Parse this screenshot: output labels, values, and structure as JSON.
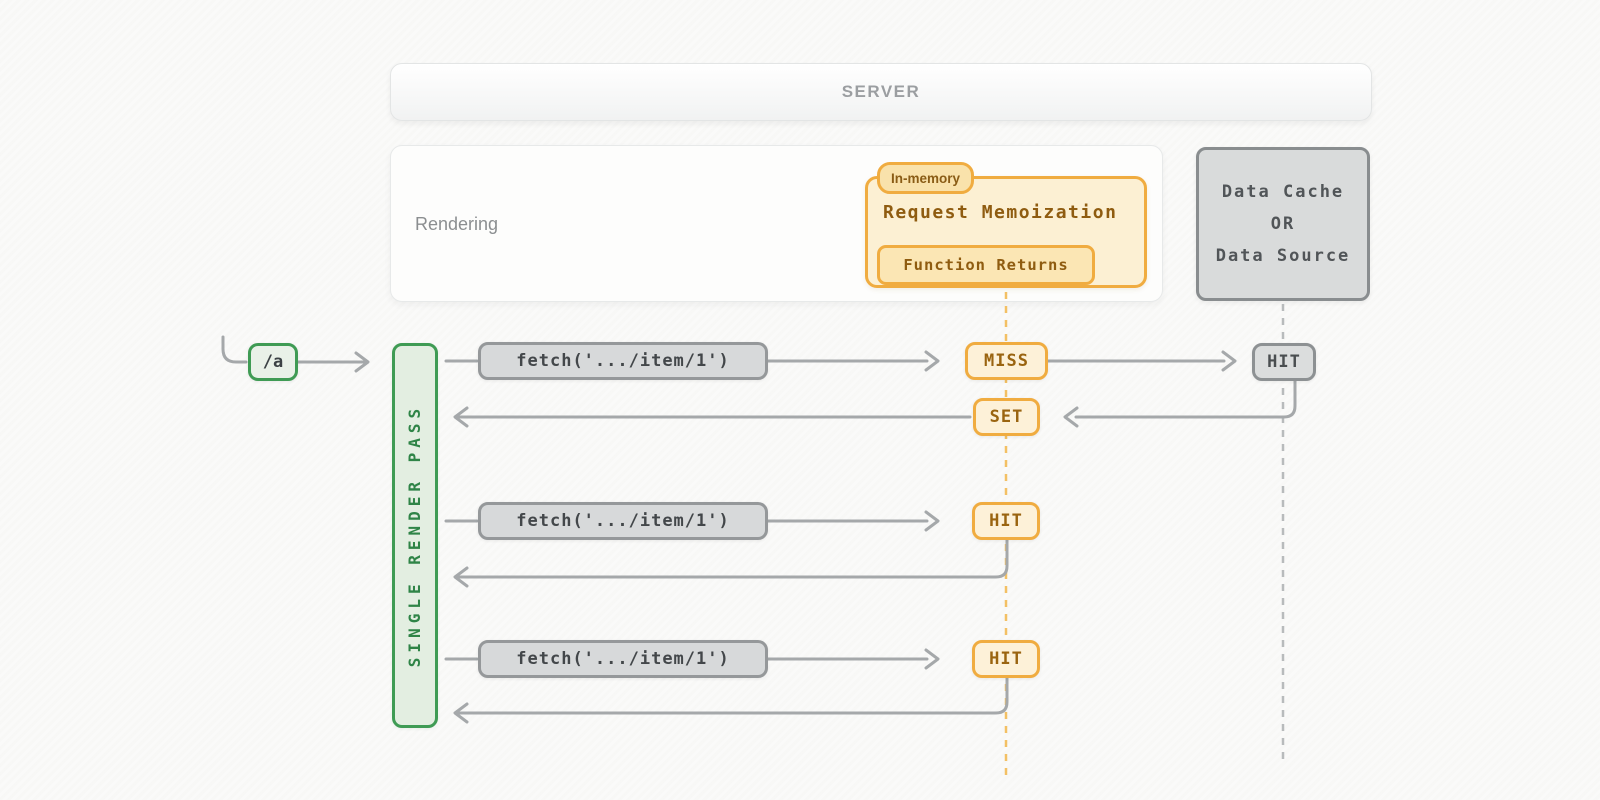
{
  "server_box": {
    "label": "SERVER"
  },
  "rendering_box": {
    "label": "Rendering"
  },
  "memoization": {
    "badge": "In-memory",
    "title": "Request Memoization",
    "pill": "Function Returns"
  },
  "data_cache_box": {
    "line1": "Data Cache",
    "line2": "OR",
    "line3": "Data Source"
  },
  "route_badge": {
    "label": "/a"
  },
  "render_pass": {
    "label": "SINGLE RENDER PASS"
  },
  "sequence": {
    "rows": [
      {
        "fetch": "fetch('.../item/1')",
        "memo_result": "MISS",
        "cache_result": "HIT"
      },
      {
        "set_label": "SET"
      },
      {
        "fetch": "fetch('.../item/1')",
        "memo_result": "HIT"
      },
      {
        "fetch": "fetch('.../item/1')",
        "memo_result": "HIT"
      }
    ]
  },
  "colors": {
    "accent_orange_border": "#f0ac40",
    "accent_orange_bg": "#fdf1d8",
    "accent_orange_text": "#9a6410",
    "green_border": "#3f9b54",
    "green_bg": "#e3eee1",
    "green_text": "#2f8447",
    "gray_badge_bg": "#d7d9da",
    "gray_badge_border": "#95989a",
    "line_gray": "#a5a8aa",
    "dashed_orange": "#f3c064",
    "dashed_gray": "#b8bbbc",
    "background": "#fafaf9"
  }
}
